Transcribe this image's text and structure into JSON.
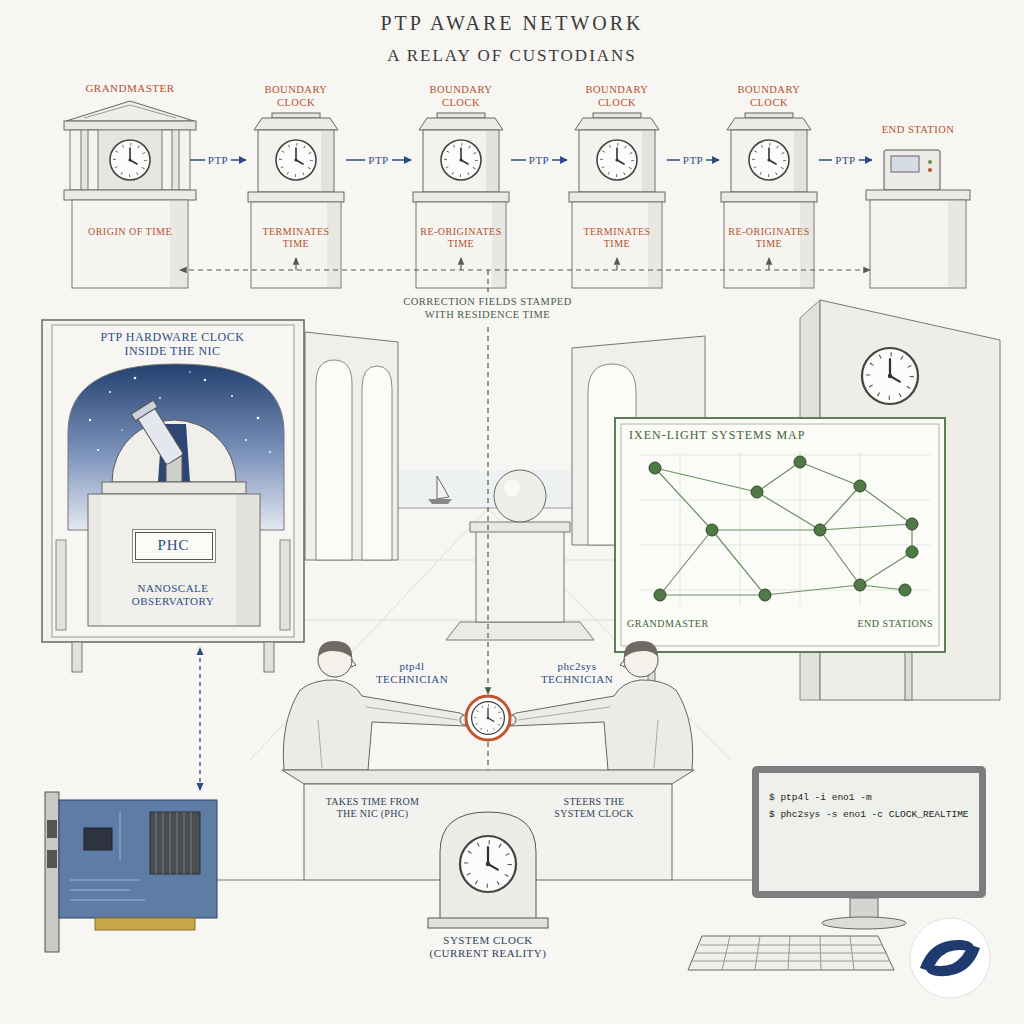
{
  "diagram": {
    "title": "PTP AWARE NETWORK",
    "nodes": [
      {
        "text": [
          "GRANDMASTER",
          "ORIGIN OF TIME"
        ]
      },
      {
        "text": [
          "BOUNDARY CLOCK",
          "TERMINATES TIME"
        ]
      },
      {
        "text": [
          "BOUNDARY CLOCK",
          "RE-ORIGINATES TIME"
        ]
      },
      {
        "text": [
          "BOUNDARY CLOCK",
          "TERMINATES TIME"
        ]
      },
      {
        "text": [
          "BOUNDARY CLOCK",
          "RE-ORIGINATES TIME"
        ]
      },
      {
        "text": [
          "END STATION"
        ]
      },
      {
        "text": [
          "PTP HARDWARE CLOCK INSIDE THE NIC",
          "NANOSCALE OBSERVATORY"
        ]
      },
      {
        "text": [
          "PHC"
        ],
        "in": 6
      },
      {
        "text": [
          "IXEN-LIGHT SYSTEMS MAP",
          "GRANDMASTER",
          "END STATIONS"
        ]
      },
      {
        "text": [
          "$ ptp4l -i eno1 -m",
          "$ phc2sys -s eno1 -c CLOCK_REALTIME"
        ]
      }
    ],
    "edges": [
      {
        "from": 0,
        "to": 1,
        "label": "PTP",
        "arrow": "to"
      },
      {
        "from": 1,
        "to": 2,
        "label": "PTP",
        "arrow": "to"
      },
      {
        "from": 2,
        "to": 3,
        "label": "PTP",
        "arrow": "to"
      },
      {
        "from": 3,
        "to": 4,
        "label": "PTP",
        "arrow": "to"
      },
      {
        "from": 4,
        "to": 5,
        "label": "PTP",
        "arrow": "to"
      }
    ],
    "labels": [
      "A RELAY OF CUSTODIANS",
      "CORRECTION FIELDS STAMPED WITH RESIDENCE TIME",
      "ptp4l TECHNICIAN",
      "phc2sys TECHNICIAN",
      "TAKES TIME FROM THE NIC (PHC)",
      "STEERS THE SYSTEM CLOCK",
      "SYSTEM CLOCK (CURRENT REALITY)"
    ]
  }
}
